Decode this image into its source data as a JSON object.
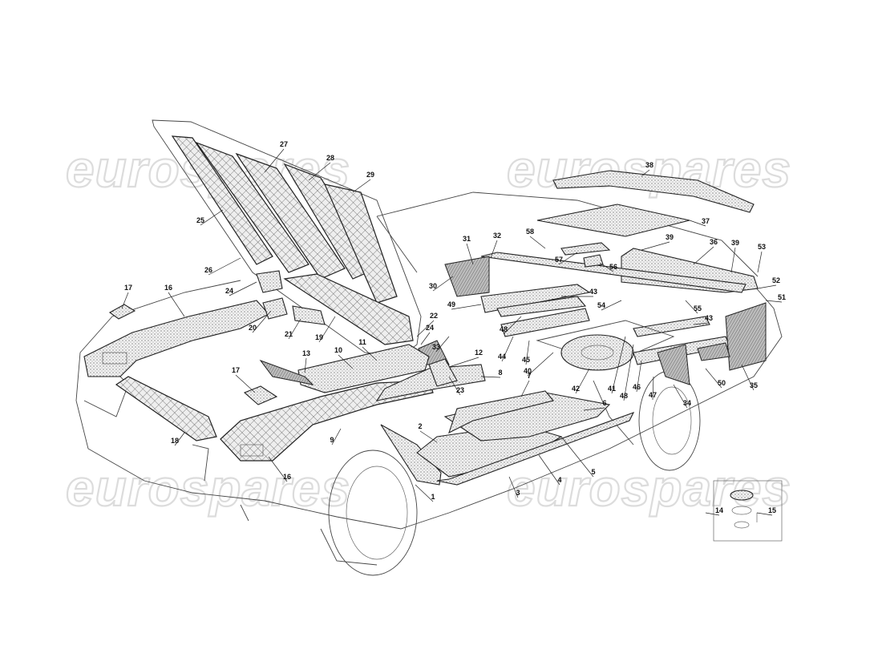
{
  "watermark": {
    "text": "eurospares"
  },
  "callouts": [
    "1",
    "2",
    "3",
    "4",
    "5",
    "6",
    "7",
    "8",
    "9",
    "10",
    "11",
    "12",
    "13",
    "14",
    "15",
    "16",
    "16",
    "17",
    "17",
    "18",
    "19",
    "20",
    "21",
    "22",
    "23",
    "24",
    "24",
    "25",
    "26",
    "27",
    "28",
    "29",
    "30",
    "31",
    "32",
    "33",
    "34",
    "35",
    "36",
    "37",
    "38",
    "39",
    "39",
    "40",
    "41",
    "42",
    "43",
    "43",
    "44",
    "45",
    "46",
    "47",
    "48",
    "48",
    "49",
    "50",
    "51",
    "52",
    "53",
    "54",
    "55",
    "56",
    "57",
    "58"
  ],
  "colors": {
    "line": "#222222",
    "outline": "#444444",
    "watermark": "#dcdcdc",
    "background": "#ffffff"
  }
}
